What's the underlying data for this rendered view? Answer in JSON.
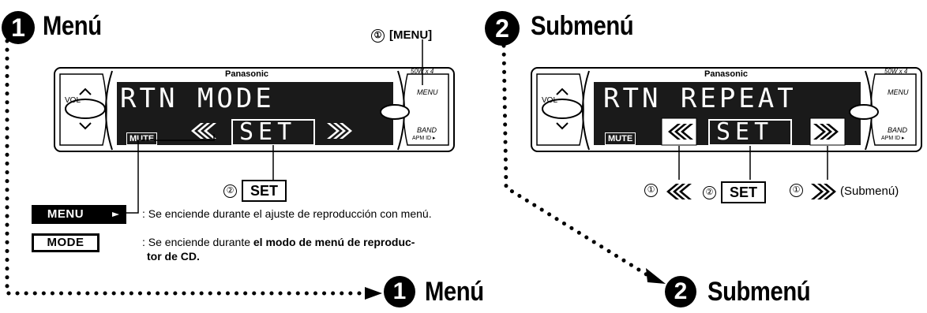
{
  "left": {
    "number": "1",
    "title": "Menú",
    "menu_callout_num": "①",
    "menu_callout": "[MENU]",
    "set_callout_num": "②",
    "set_label": "SET",
    "radio": {
      "brand": "Panasonic",
      "power": "50W x 4",
      "vol": "VOL",
      "menu": "MENU",
      "band": "BAND",
      "apm": "APM ID ▸",
      "mute": "MUTE",
      "display_text": "RTN  MODE",
      "lcd_set": "SET"
    }
  },
  "badges": {
    "menu_badge": "MENU",
    "menu_desc": ": Se enciende durante el ajuste de reproducción con menú.",
    "mode_badge": "MODE",
    "mode_desc_1": ": Se enciende durante ",
    "mode_desc_bold": "el modo de menú de reproduc-",
    "mode_desc_2": "tor de CD."
  },
  "right": {
    "number": "2",
    "title": "Submenú",
    "radio": {
      "brand": "Panasonic",
      "power": "50W x 4",
      "vol": "VOL",
      "menu": "MENU",
      "band": "BAND",
      "apm": "APM ID ▸",
      "mute": "MUTE",
      "display_text": "RTN  REPEAT",
      "lcd_set": "SET"
    },
    "callout_1a": "①",
    "callout_2": "②",
    "set_label": "SET",
    "callout_1b": "①",
    "submenu_paren": "(Submenú)"
  },
  "bottom": {
    "left_number": "1",
    "left_title": "Menú",
    "right_number": "2",
    "right_title": "Submenú"
  }
}
